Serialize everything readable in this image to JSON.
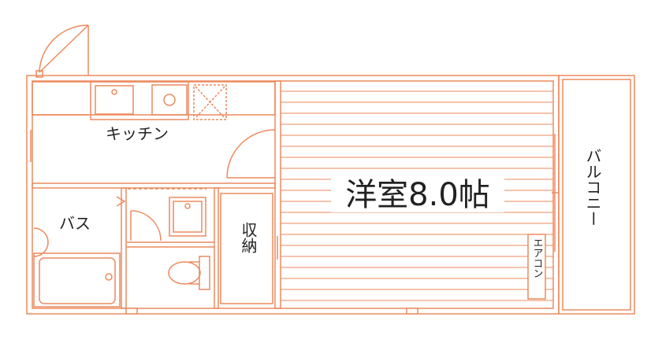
{
  "colors": {
    "wall": "#ec8a5e",
    "line": "#ec8a5e",
    "text": "#222222",
    "background": "#ffffff"
  },
  "rooms": {
    "western_room": "洋室8.0帖",
    "kitchen": "キッチン",
    "bath": "バス",
    "storage": "収納",
    "balcony": "バルコニー",
    "aircon": "エアコン"
  }
}
